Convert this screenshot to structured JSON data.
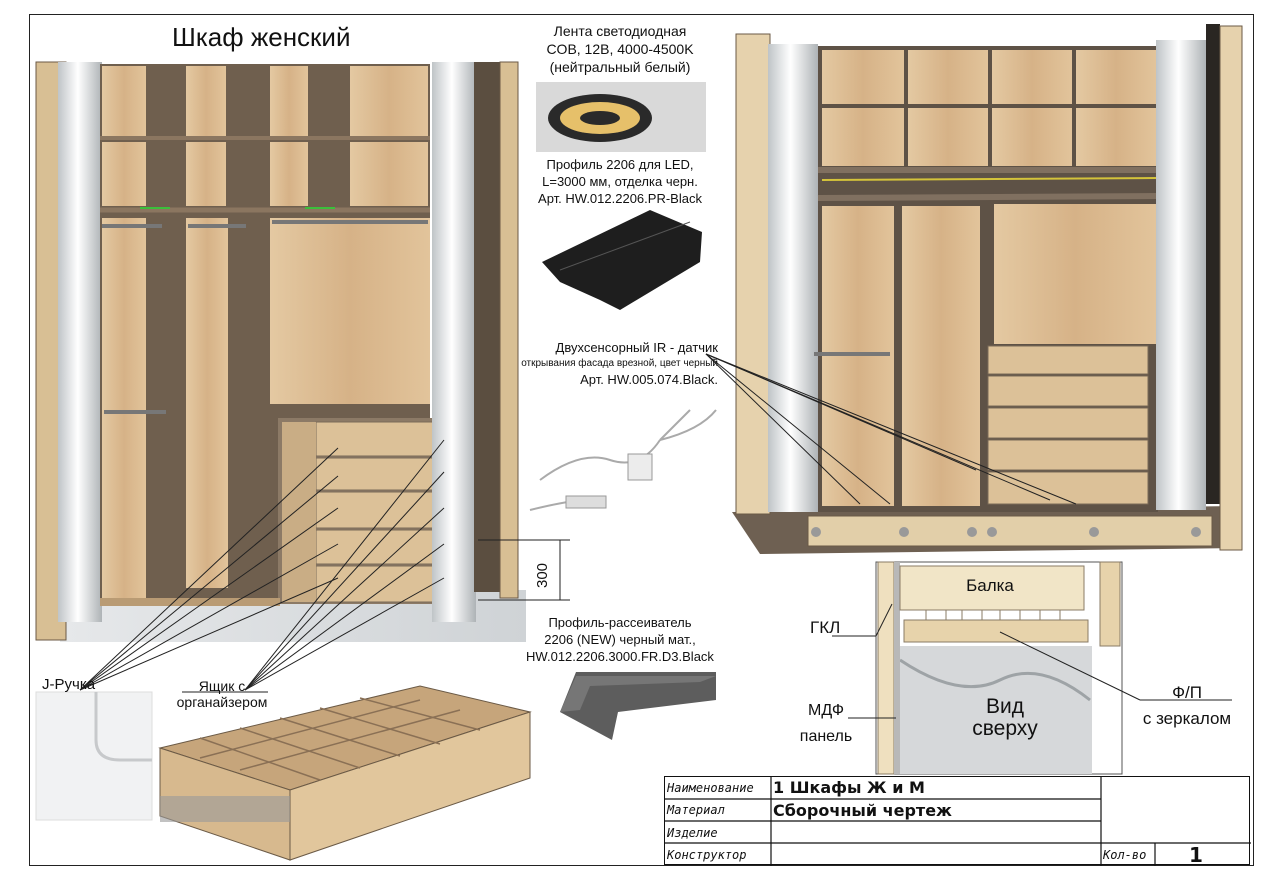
{
  "title": "Шкаф женский",
  "led": {
    "line1": "Лента светодиодная",
    "line2": "COB, 12B, 4000-4500K",
    "line3": "(нейтральный белый)"
  },
  "profile": {
    "line1": "Профиль 2206 для LED,",
    "line2": "L=3000 мм, отделка черн.",
    "line3": "Арт. HW.012.2206.PR-Black"
  },
  "sensor": {
    "line1": "Двухсенсорный IR - датчик",
    "line2": "открывания фасада врезной, цвет черный",
    "line3": "Арт. HW.005.074.Black."
  },
  "diffuser": {
    "line1": "Профиль-рассеиватель",
    "line2": "2206 (NEW) черный мат.,",
    "line3": "HW.012.2206.3000.FR.D3.Black"
  },
  "dimension": "300",
  "callouts": {
    "handle": "J-Ручка",
    "drawer_line1": "Ящик с",
    "drawer_line2": "органайзером"
  },
  "section": {
    "beam": "Балка",
    "gkl": "ГКЛ",
    "mdf_line1": "МДФ",
    "mdf_line2": "панель",
    "view_line1": "Вид",
    "view_line2": "сверху",
    "facade_line1": "Ф/П",
    "facade_line2": "с зеркалом"
  },
  "title_block": {
    "name_label": "Наименование",
    "name_value": "1 Шкафы Ж и М",
    "material_label": "Материал",
    "material_value": "Сборочный чертеж",
    "item_label": "Изделие",
    "designer_label": "Конструктор",
    "qty_label": "Кол-во",
    "qty_value": "1"
  },
  "colors": {
    "wood": "#d9b98f",
    "wood_dark": "#b98f5e",
    "carcass": "#7a6a58",
    "mirror": "#e9ecee",
    "black": "#1a1a1a"
  }
}
